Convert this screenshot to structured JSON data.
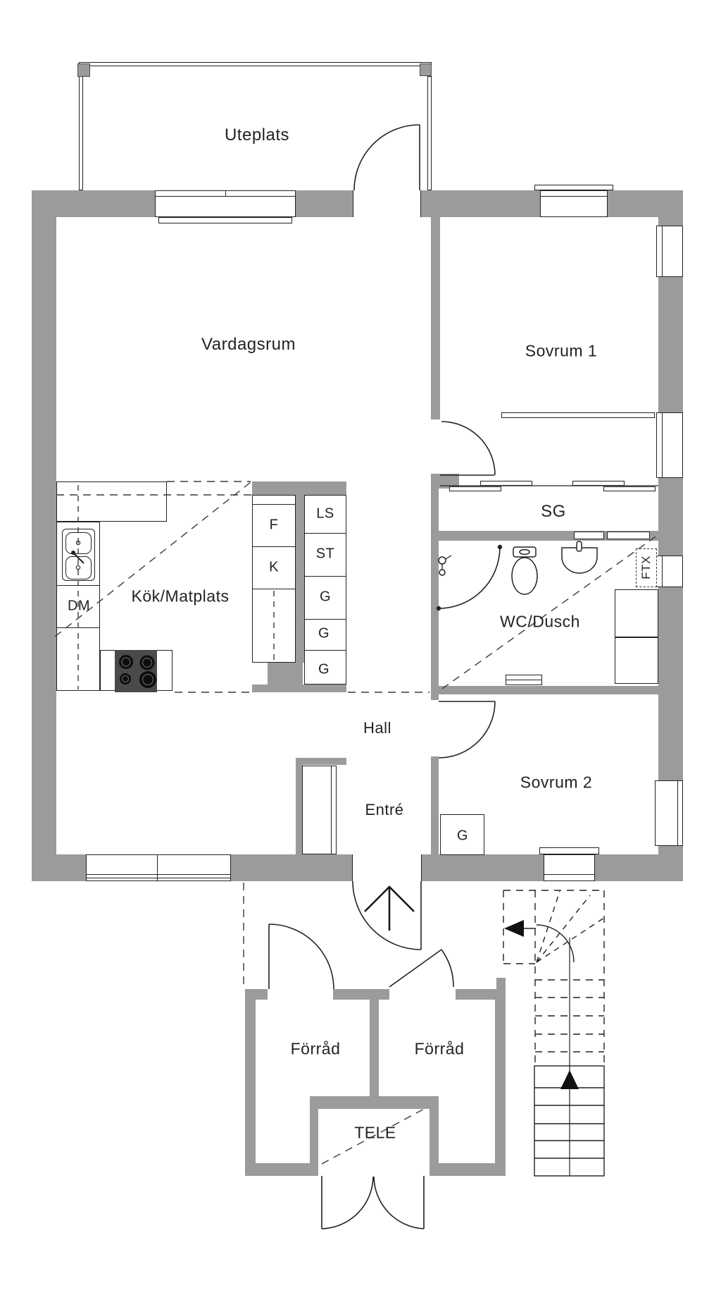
{
  "colors": {
    "wall": "#9b9b9b",
    "line": "#222222",
    "background": "#ffffff",
    "arrow": "#111111"
  },
  "rooms": {
    "uteplats": "Uteplats",
    "vardagsrum": "Vardagsrum",
    "sovrum1": "Sovrum 1",
    "sg": "SG",
    "kok": "Kök/Matplats",
    "wc": "WC/Dusch",
    "ftx": "FTX",
    "hall": "Hall",
    "entre": "Entré",
    "sovrum2": "Sovrum 2",
    "forrad_left": "Förråd",
    "forrad_right": "Förråd",
    "tele": "TELE"
  },
  "fixtures": {
    "dm": "DM",
    "f": "F",
    "k": "K",
    "ls": "LS",
    "st": "ST",
    "g1": "G",
    "g2": "G",
    "g3": "G",
    "g_sovrum2": "G"
  }
}
